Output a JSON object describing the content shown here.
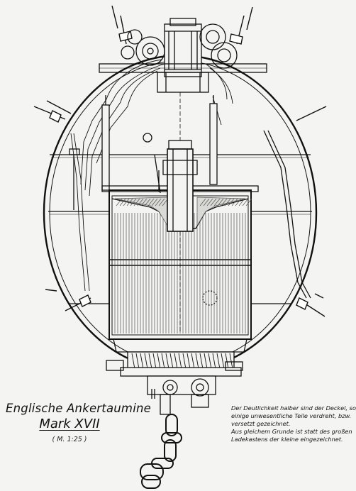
{
  "title": {
    "line1": "Englische Ankertaumine",
    "line2": "Mark XVII",
    "scale": "( M. 1:25 )"
  },
  "note": {
    "lines": [
      "Der Deutlichkeit halber sind der Deckel, sowie",
      "einige unwesentliche Teile verdreht, bzw.",
      "versetzt gezeichnet.",
      "Aus gleichem Grunde ist statt des großen",
      "Ladekastens der kleine eingezeichnet."
    ]
  },
  "colors": {
    "ink": "#111111",
    "paper": "#f4f4f2",
    "hatch": "#555555"
  }
}
